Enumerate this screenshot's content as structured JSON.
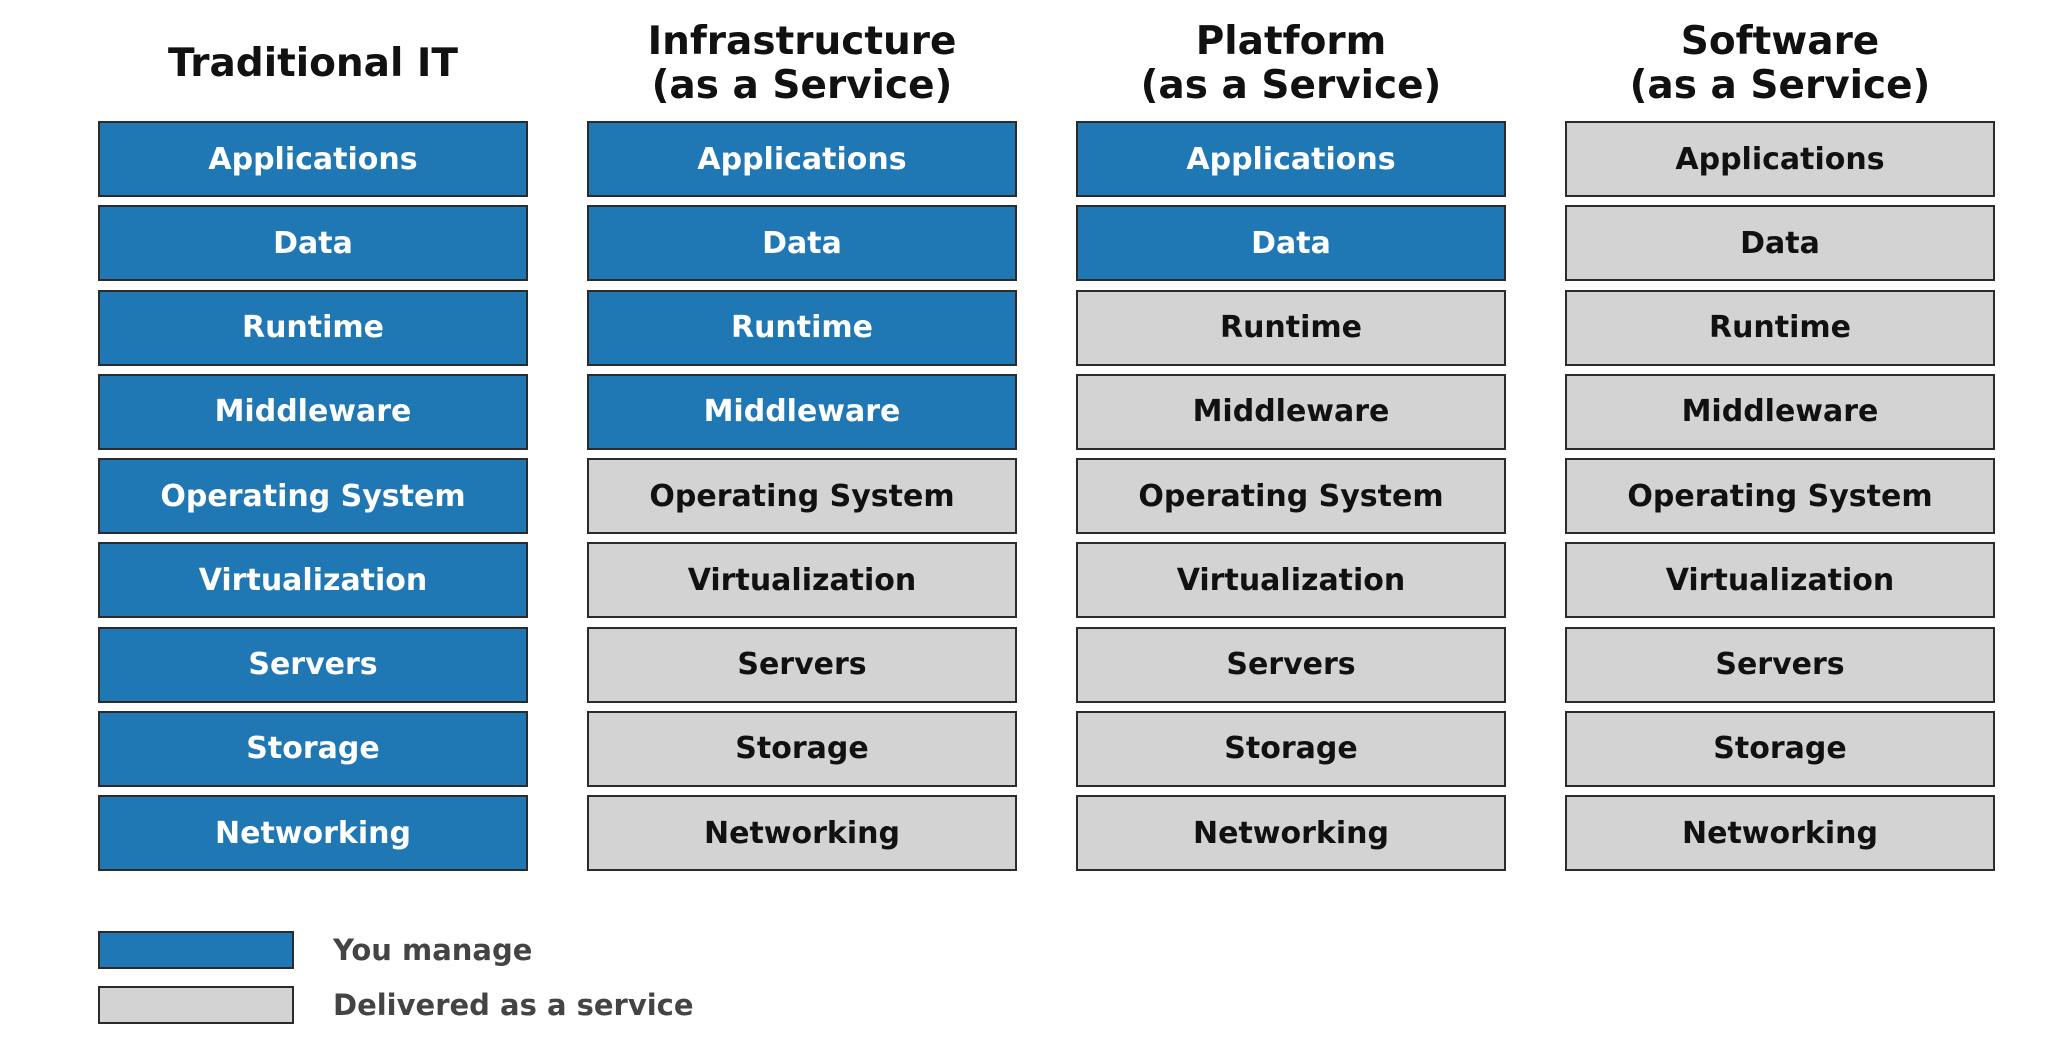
{
  "colors": {
    "managed": "#1f77b4",
    "service": "#d3d3d3"
  },
  "columns": [
    {
      "title": "Traditional IT",
      "layers": [
        {
          "label": "Applications",
          "managed": true
        },
        {
          "label": "Data",
          "managed": true
        },
        {
          "label": "Runtime",
          "managed": true
        },
        {
          "label": "Middleware",
          "managed": true
        },
        {
          "label": "Operating System",
          "managed": true
        },
        {
          "label": "Virtualization",
          "managed": true
        },
        {
          "label": "Servers",
          "managed": true
        },
        {
          "label": "Storage",
          "managed": true
        },
        {
          "label": "Networking",
          "managed": true
        }
      ]
    },
    {
      "title": "Infrastructure\n(as a Service)",
      "layers": [
        {
          "label": "Applications",
          "managed": true
        },
        {
          "label": "Data",
          "managed": true
        },
        {
          "label": "Runtime",
          "managed": true
        },
        {
          "label": "Middleware",
          "managed": true
        },
        {
          "label": "Operating System",
          "managed": false
        },
        {
          "label": "Virtualization",
          "managed": false
        },
        {
          "label": "Servers",
          "managed": false
        },
        {
          "label": "Storage",
          "managed": false
        },
        {
          "label": "Networking",
          "managed": false
        }
      ]
    },
    {
      "title": "Platform\n(as a Service)",
      "layers": [
        {
          "label": "Applications",
          "managed": true
        },
        {
          "label": "Data",
          "managed": true
        },
        {
          "label": "Runtime",
          "managed": false
        },
        {
          "label": "Middleware",
          "managed": false
        },
        {
          "label": "Operating System",
          "managed": false
        },
        {
          "label": "Virtualization",
          "managed": false
        },
        {
          "label": "Servers",
          "managed": false
        },
        {
          "label": "Storage",
          "managed": false
        },
        {
          "label": "Networking",
          "managed": false
        }
      ]
    },
    {
      "title": "Software\n(as a Service)",
      "layers": [
        {
          "label": "Applications",
          "managed": false
        },
        {
          "label": "Data",
          "managed": false
        },
        {
          "label": "Runtime",
          "managed": false
        },
        {
          "label": "Middleware",
          "managed": false
        },
        {
          "label": "Operating System",
          "managed": false
        },
        {
          "label": "Virtualization",
          "managed": false
        },
        {
          "label": "Servers",
          "managed": false
        },
        {
          "label": "Storage",
          "managed": false
        },
        {
          "label": "Networking",
          "managed": false
        }
      ]
    }
  ],
  "legend": {
    "managed_label": "You manage",
    "service_label": "Delivered as a service"
  }
}
